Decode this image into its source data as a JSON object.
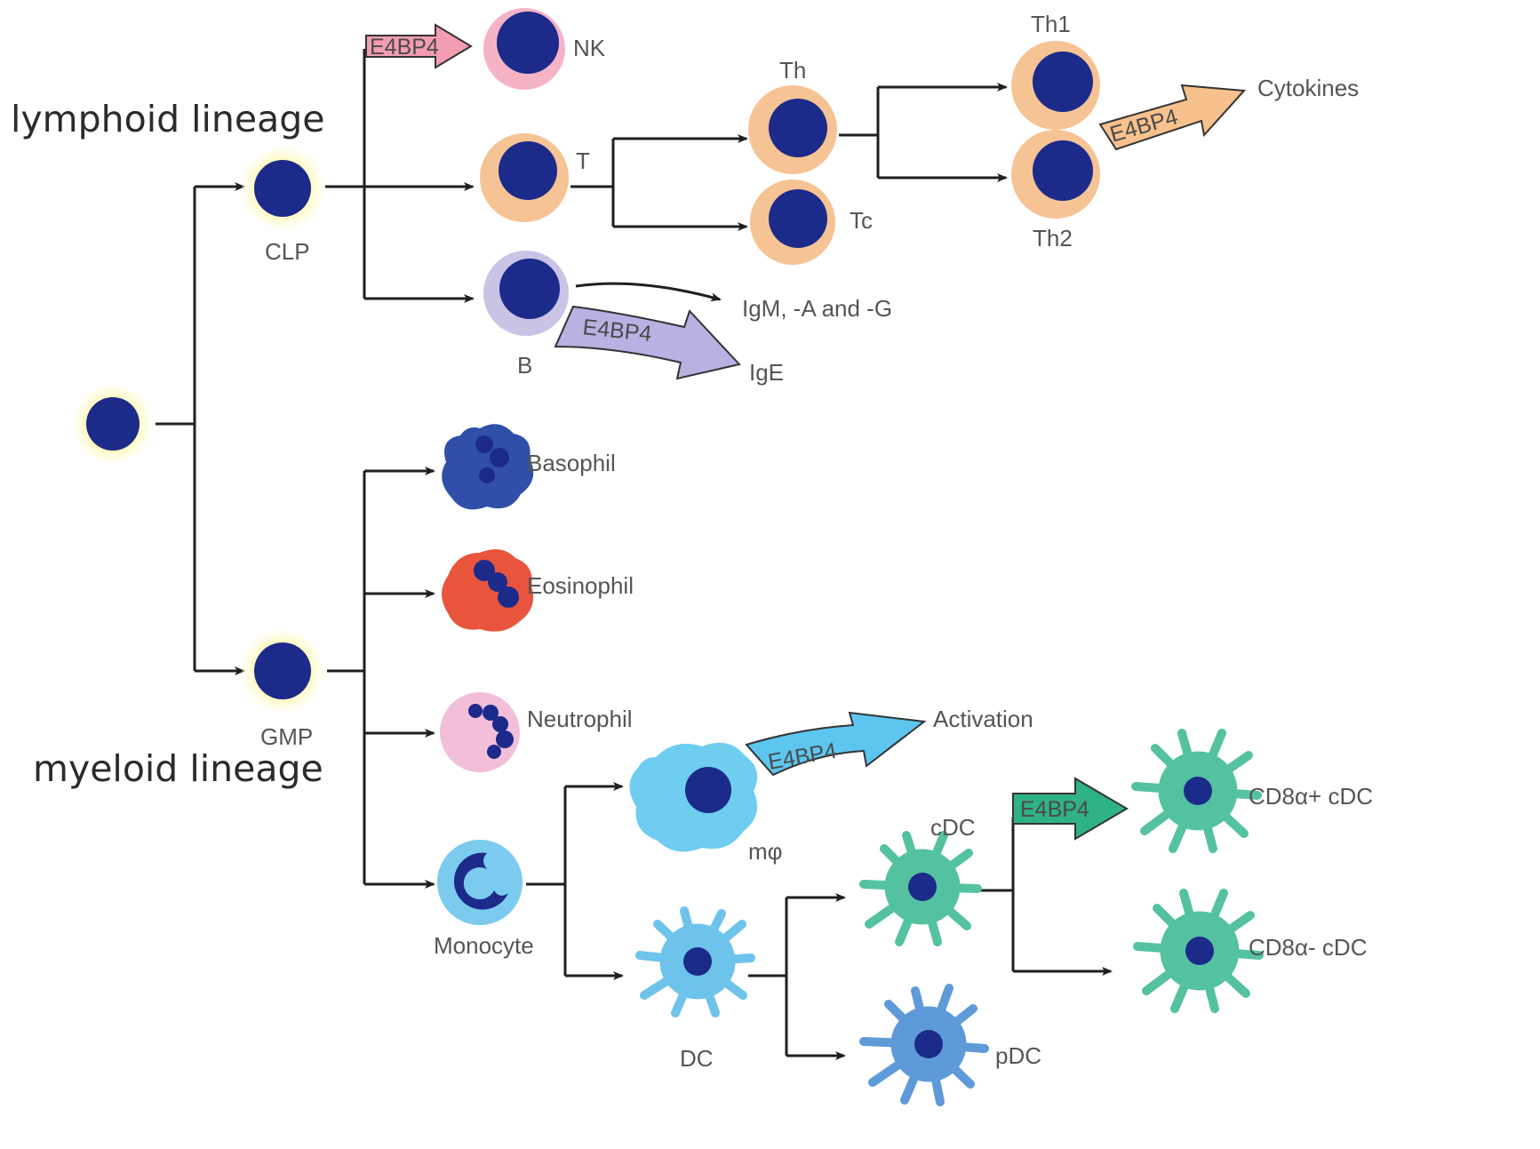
{
  "headings": {
    "lymphoid": "lymphoid lineage",
    "myeloid": "myeloid lineage"
  },
  "cells": {
    "clp": "CLP",
    "gmp": "GMP",
    "nk": "NK",
    "t": "T",
    "b": "B",
    "th": "Th",
    "tc": "Tc",
    "th1": "Th1",
    "th2": "Th2",
    "basophil": "Basophil",
    "eosinophil": "Eosinophil",
    "neutrophil": "Neutrophil",
    "monocyte": "Monocyte",
    "macrophage": "mφ",
    "dc": "DC",
    "cdc": "cDC",
    "pdc": "pDC",
    "cd8_pos": "CD8α+ cDC",
    "cd8_neg": "CD8α- cDC"
  },
  "outputs": {
    "cytokines": "Cytokines",
    "igm": "IgM, -A and -G",
    "ige": "IgE",
    "activation": "Activation"
  },
  "factor": {
    "nk": "E4BP4",
    "th": "E4BP4",
    "b": "E4BP4",
    "macrophage": "E4BP4",
    "cdc": "E4BP4"
  },
  "colors": {
    "nucleus": "#1c2a8a",
    "progenitor_halo": "#fbf6a6",
    "t_cell": "#f6c395",
    "nk_cell": "#f4b4c6",
    "b_cell": "#c9c4e6",
    "basophil": "#2f4fa9",
    "eosinophil": "#e9543d",
    "neutrophil": "#f3bfd8",
    "monocyte": "#7ccbef",
    "macrophage": "#6fcdf0",
    "dc": "#6ec3ea",
    "cdc": "#54c2a1",
    "pdc": "#5f9ad8",
    "arrow_nk": "#f39db1",
    "arrow_th": "#f7c18d",
    "arrow_b": "#b7b2e2",
    "arrow_mac": "#5cc6ef",
    "arrow_cdc": "#2fb286"
  }
}
